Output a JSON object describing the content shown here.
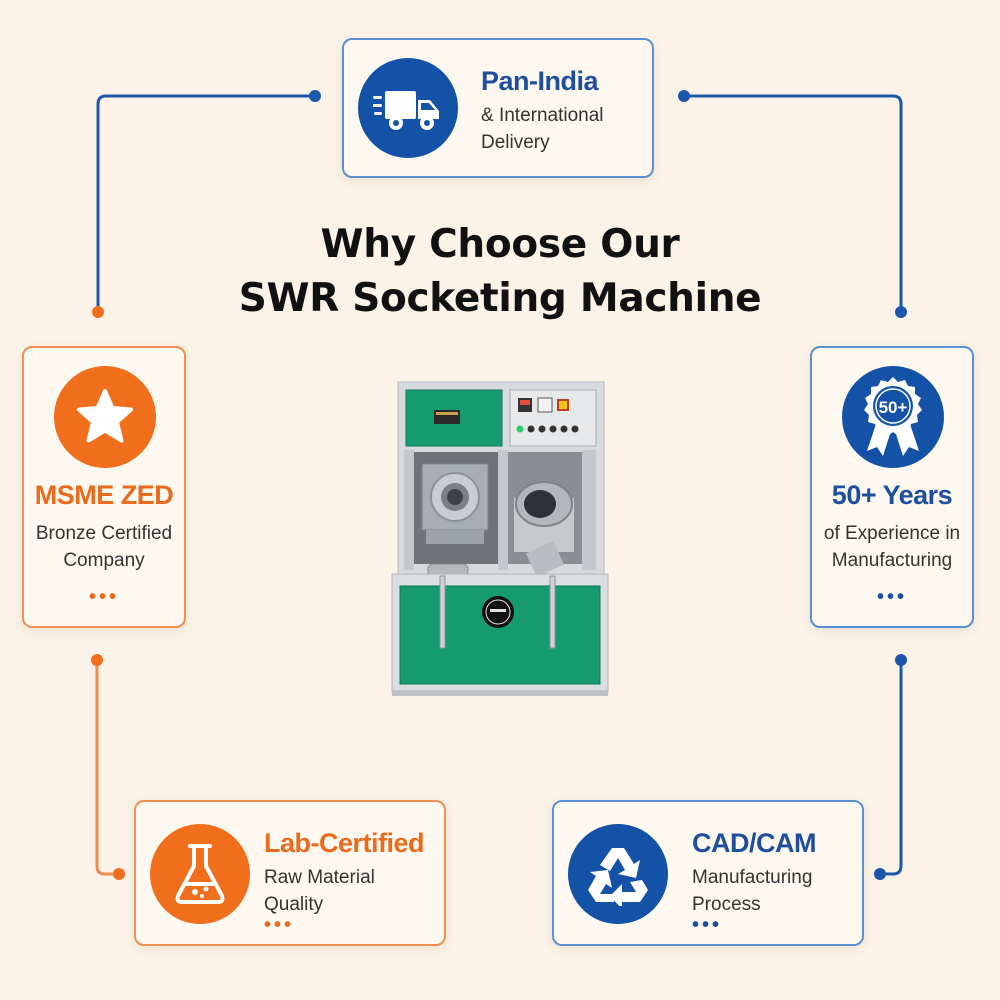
{
  "title": {
    "line1": "Why Choose Our",
    "line2": "SWR Socketing Machine"
  },
  "cards": {
    "delivery": {
      "title": "Pan-India",
      "line1": "& International",
      "line2": "Delivery",
      "icon": "truck-icon"
    },
    "experience": {
      "title": "50+ Years",
      "line1": "of Experience in",
      "line2": "Manufacturing",
      "badge": "50+",
      "dots": "•••",
      "icon": "award-badge-icon"
    },
    "cadcam": {
      "title": "CAD/CAM",
      "line1": "Manufacturing",
      "line2": "Process",
      "dots": "•••",
      "icon": "recycle-icon"
    },
    "lab": {
      "title": "Lab-Certified",
      "line1": "Raw Material",
      "line2": "Quality",
      "dots": "•••",
      "icon": "flask-icon"
    },
    "msme": {
      "title": "MSME ZED",
      "line1": "Bronze Certified",
      "line2": "Company",
      "dots": "•••",
      "icon": "star-icon"
    }
  },
  "colors": {
    "blue": "#1352a6",
    "orange": "#f16e1d",
    "background": "#fbf3e7",
    "machine_green": "#169b6e"
  }
}
